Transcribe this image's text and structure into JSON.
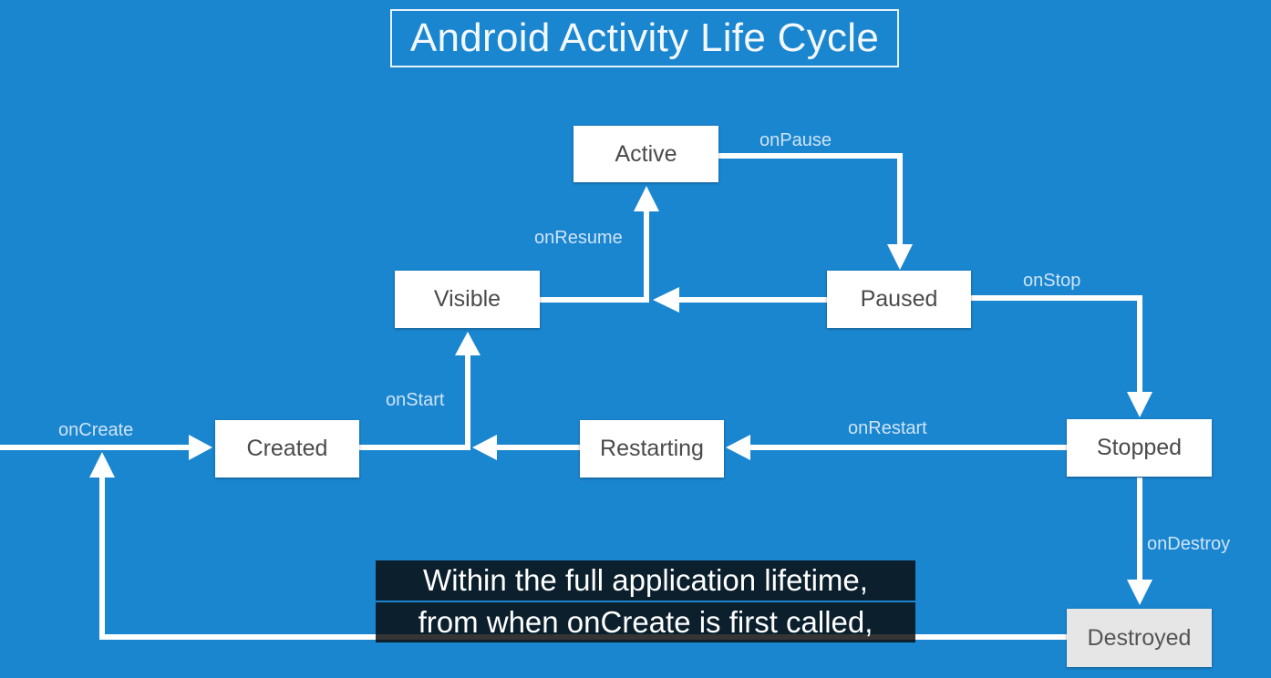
{
  "title": "Android Activity Life Cycle",
  "states": {
    "active": "Active",
    "visible": "Visible",
    "paused": "Paused",
    "created": "Created",
    "restarting": "Restarting",
    "stopped": "Stopped",
    "destroyed": "Destroyed"
  },
  "transitions": {
    "on_pause": "onPause",
    "on_resume": "onResume",
    "on_stop": "onStop",
    "on_start": "onStart",
    "on_create": "onCreate",
    "on_restart": "onRestart",
    "on_destroy": "onDestroy"
  },
  "caption": {
    "line1": "Within the full application lifetime,",
    "line2": "from when onCreate is first called,"
  },
  "colors": {
    "background": "#1a86d0",
    "arrow": "#ffffff",
    "node": "#ffffff",
    "node_text": "#4a4a4a",
    "label": "#cfe4f6"
  }
}
